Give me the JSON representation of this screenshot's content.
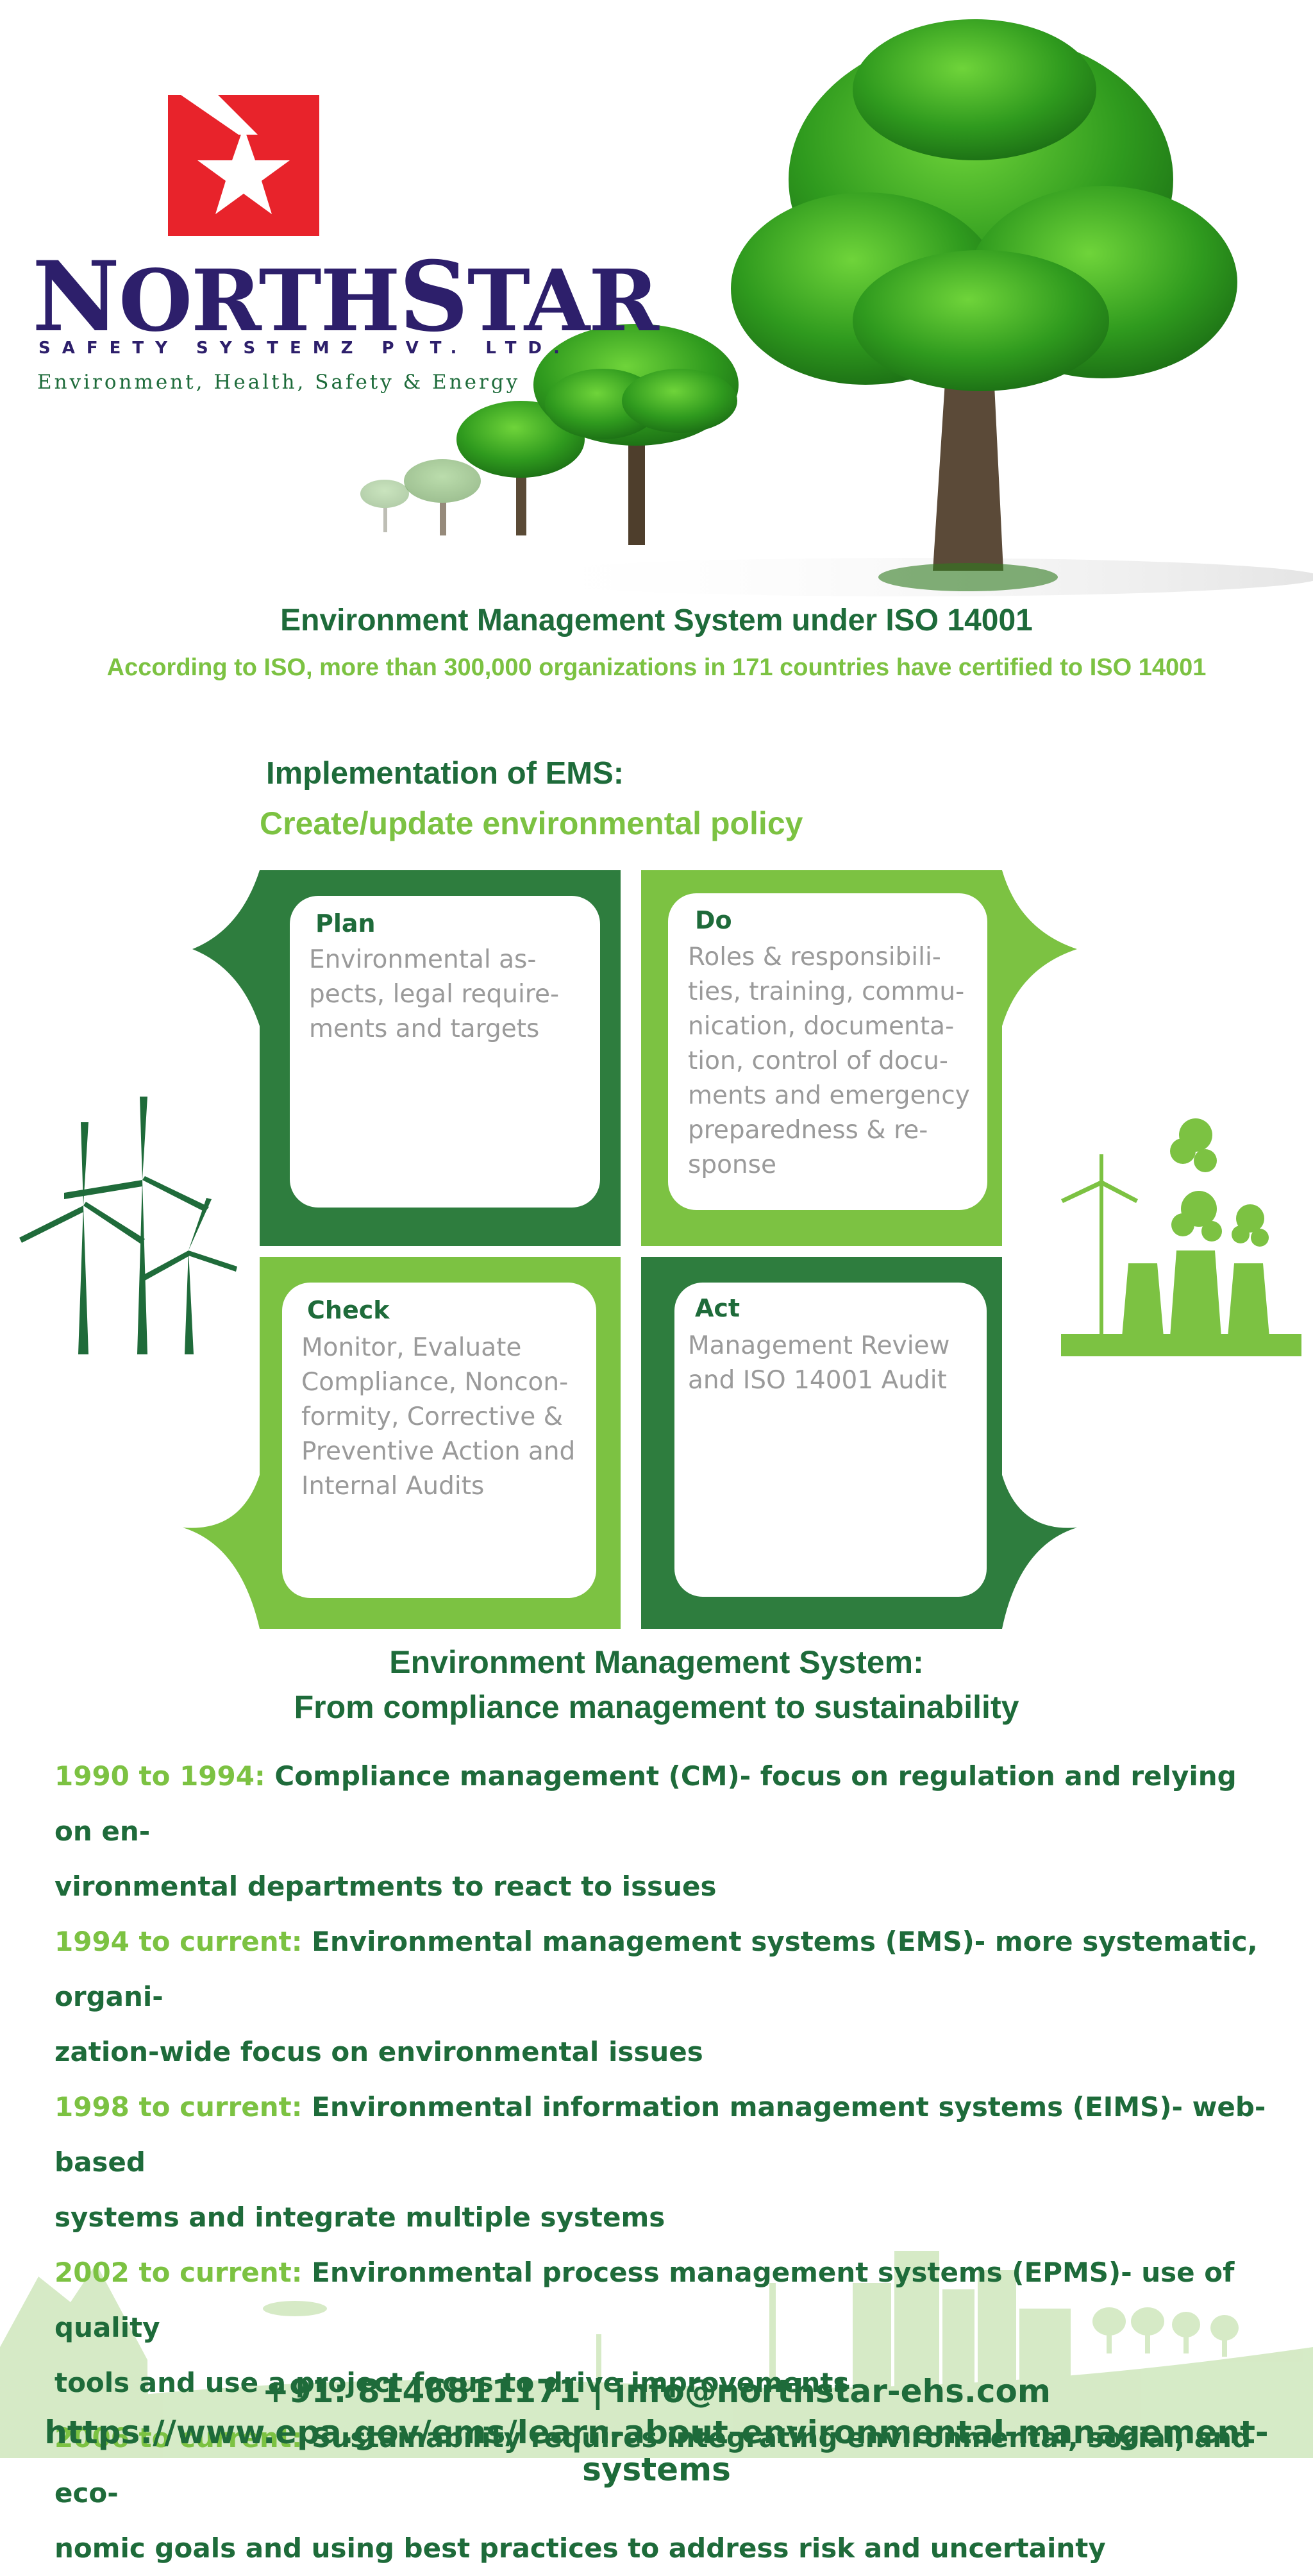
{
  "brand": {
    "name_first": "N",
    "name_rest": "ORTH",
    "name_s": "S",
    "name_end": "TAR",
    "subtitle": "SAFETY SYSTEMZ PVT. LTD.",
    "tagline": "Environment, Health, Safety & Energy"
  },
  "header": {
    "title": "Environment Management System under ISO 14001",
    "subtitle": "According to ISO, more than 300,000 organizations in 171 countries have certified to ISO 14001"
  },
  "implementation": {
    "heading": "Implementation of EMS:",
    "step": "Create/update environmental policy"
  },
  "pdca": {
    "plan": {
      "title": "Plan",
      "lines": [
        "Environmental as-",
        "pects, legal require-",
        "ments and targets"
      ]
    },
    "do": {
      "title": "Do",
      "lines": [
        "Roles & responsibili-",
        "ties, training, commu-",
        "nication, documenta-",
        "tion, control of docu-",
        "ments and emergency",
        "preparedness & re-",
        "sponse"
      ]
    },
    "check": {
      "title": "Check",
      "lines": [
        "Monitor, Evaluate",
        "Compliance, Noncon-",
        "formity, Corrective &",
        "Preventive Action and",
        "Internal Audits"
      ]
    },
    "act": {
      "title": "Act",
      "lines": [
        "Management Review",
        "and ISO 14001 Audit"
      ]
    }
  },
  "section2": {
    "line1": "Environment Management System:",
    "line2": "From compliance management to sustainability"
  },
  "timeline": [
    {
      "year": "1990 to 1994:",
      "text1": " Compliance management (CM)- focus on regulation and relying on en-",
      "text2": "vironmental departments to react to issues"
    },
    {
      "year": "1994 to current:",
      "text1": " Environmental management systems (EMS)- more systematic, organi-",
      "text2": "zation-wide focus on environmental issues"
    },
    {
      "year": "1998 to current:",
      "text1": " Environmental information management systems (EIMS)- web-based",
      "text2": "systems and integrate multiple systems"
    },
    {
      "year": "2002 to current:",
      "text1": " Environmental process management systems (EPMS)- use of quality",
      "text2": "tools and use a project focus to drive improvements"
    },
    {
      "year": "2006 to current:",
      "text1": " Sustainability requires integrating environmental, social, and eco-",
      "text2": "nomic goals and using best practices to address risk and uncertainty"
    }
  ],
  "footer": {
    "contact": "+91: 8146811171 | info@northstar-ehs.com",
    "url": "https://www.epa.gov/ems/learn-about-environmental-management-systems"
  },
  "colors": {
    "dark_green": "#1e6b3a",
    "light_green": "#7cc242",
    "brand_red": "#e8232b",
    "brand_navy": "#2d1f6b"
  }
}
